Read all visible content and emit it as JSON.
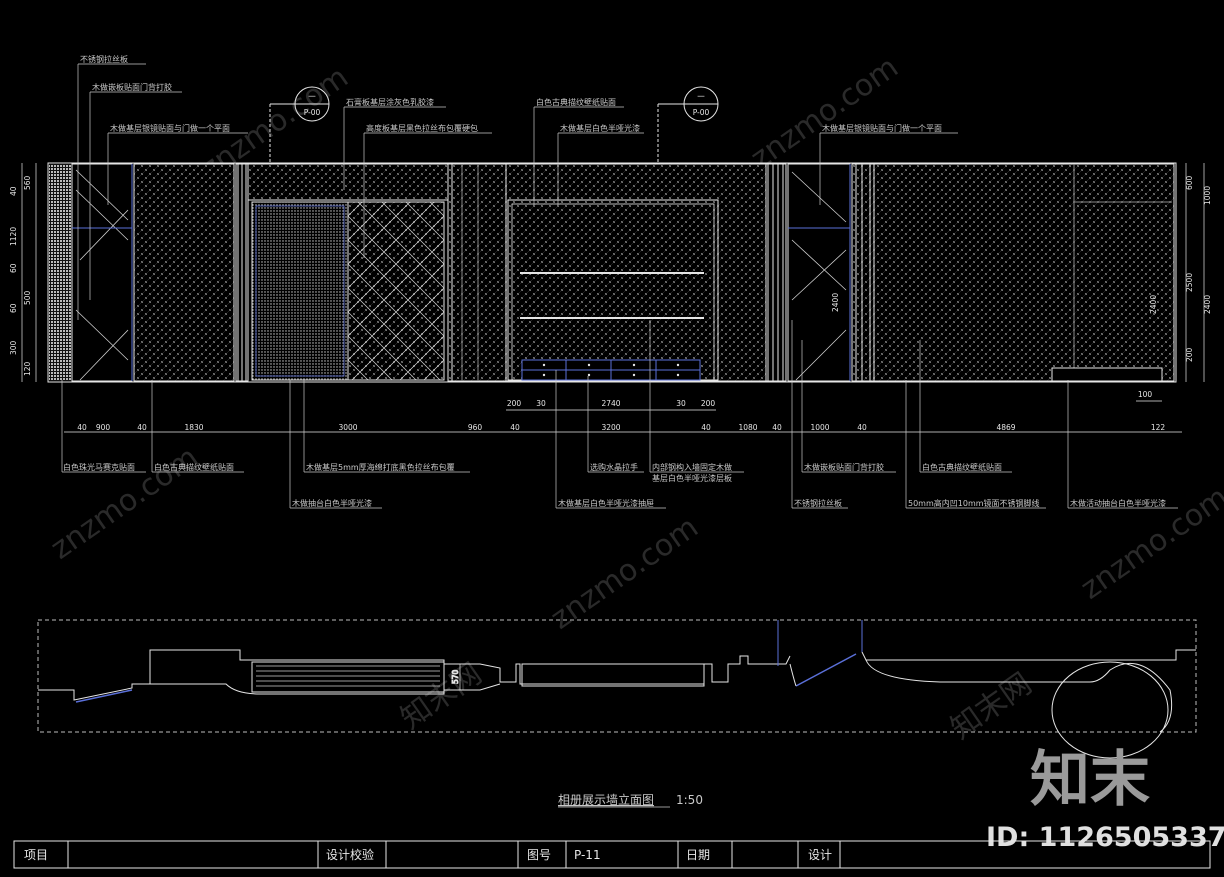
{
  "elevation": {
    "callouts_top": [
      "不锈钢拉丝板",
      "木做嵌板贴面门背打胶",
      "木做基层银镜贴面与门做一个平面",
      "石膏板基层涂灰色乳胶漆",
      "高度板基层黑色拉丝布包覆硬包",
      "白色古典描纹壁纸贴面",
      "木做基层白色半哑光漆",
      "木做基层银镜贴面与门做一个平面"
    ],
    "section_marks": [
      {
        "top": "一",
        "bottom": "P-00"
      },
      {
        "top": "一",
        "bottom": "P-00"
      }
    ],
    "callouts_bottom": [
      "白色珠光马赛克贴面",
      "白色古典描纹壁纸贴面",
      "木做基层5mm厚海绵打底黑色拉丝布包覆",
      "木做抽台白色半哑光漆",
      "选购水晶拉手",
      "内部钢构入墙固定木做",
      "基层白色半哑光漆层板",
      "木做基层白色半哑光漆抽屉",
      "木做嵌板贴面门背打胶",
      "不锈钢拉丝板",
      "白色古典描纹壁纸贴面",
      "50mm高内凹10mm镜面不锈钢脚线",
      "木做活动抽台白色半哑光漆"
    ],
    "dims_bottom": [
      "40",
      "900",
      "40",
      "1830",
      "3000",
      "960",
      "40",
      "3200",
      "40",
      "1080",
      "40",
      "1000",
      "40",
      "4869",
      "122"
    ],
    "dims_upper": [
      "200",
      "30",
      "2740",
      "30",
      "200"
    ],
    "dim_100": "100",
    "dims_left": [
      "40",
      "560",
      "1120",
      "60",
      "500",
      "60",
      "300",
      "120"
    ],
    "dims_right_inner": [
      "600",
      "2500",
      "200"
    ],
    "dims_right_outer": [
      "1000",
      "2400"
    ],
    "dim_2400_a": "2400",
    "dim_2400_b": "2400"
  },
  "plan": {
    "dim_570": "570"
  },
  "drawing_title": "相册展示墙立面图",
  "scale": "1:50",
  "title_block": {
    "project_label": "项目",
    "project_value": "",
    "check_label": "设计校验",
    "check_value": "",
    "drawing_no_label": "图号",
    "drawing_no_value": "P-11",
    "date_label": "日期",
    "date_value": "",
    "design_label": "设计",
    "design_value": ""
  },
  "watermark": {
    "logo": "知末",
    "id": "ID: 1126505337",
    "site": "znzmo.com",
    "cn": "知末网"
  },
  "colors": {
    "background": "#000000",
    "line": "#e6e6e6",
    "accent_blue": "#5a6fd8"
  }
}
